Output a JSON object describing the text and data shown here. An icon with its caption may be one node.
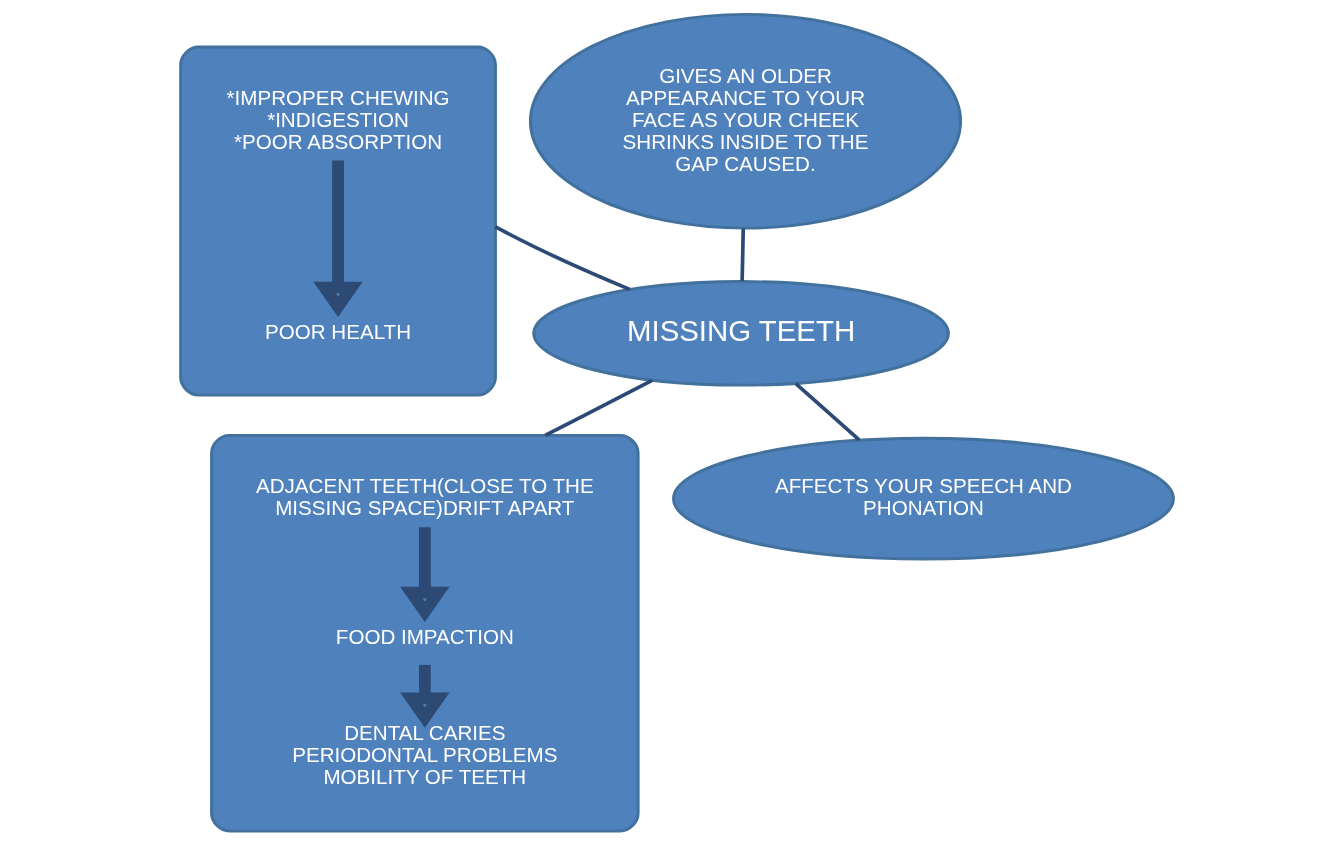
{
  "diagram": {
    "nodes": [
      {
        "text": [
          "MISSING TEETH"
        ]
      },
      {
        "text": [],
        "shape": "ellipse"
      },
      {
        "text": [
          "*IMPROPER CHEWING",
          "*INDIGESTION",
          "*POOR ABSORPTION"
        ],
        "in": 1
      },
      {
        "text": [
          "POOR HEALTH"
        ],
        "in": 1
      },
      {
        "text": [],
        "shape": "ellipse"
      },
      {
        "text": [
          "ADJACENT TEETH(CLOSE TO THE MISSING SPACE)DRIFT APART"
        ],
        "in": 4
      },
      {
        "text": [
          "FOOD IMPACTION"
        ],
        "in": 4
      },
      {
        "text": [
          "DENTAL CARIES",
          "PERIODONTAL PROBLEMS",
          "MOBILITY OF TEETH"
        ],
        "in": 4
      },
      {
        "text": [
          "GIVES AN OLDER APPEARANCE TO YOUR FACE AS YOUR CHEEK SHRINKS INSIDE TO THE GAP CAUSED."
        ]
      },
      {
        "text": [
          "AFFECTS YOUR SPEECH AND PHONATION"
        ]
      }
    ],
    "edges": [
      {
        "from": 0,
        "to": 1,
        "arrow": "none"
      },
      {
        "from": 0,
        "to": 4,
        "arrow": "none"
      },
      {
        "from": 0,
        "to": 8,
        "arrow": "none"
      },
      {
        "from": 0,
        "to": 9,
        "arrow": "none"
      },
      {
        "from": 2,
        "to": 3,
        "arrow": "to",
        "style": "thick"
      },
      {
        "from": 5,
        "to": 6,
        "arrow": "to",
        "style": "thick"
      },
      {
        "from": 6,
        "to": 7,
        "arrow": "to",
        "style": "thick"
      }
    ]
  }
}
